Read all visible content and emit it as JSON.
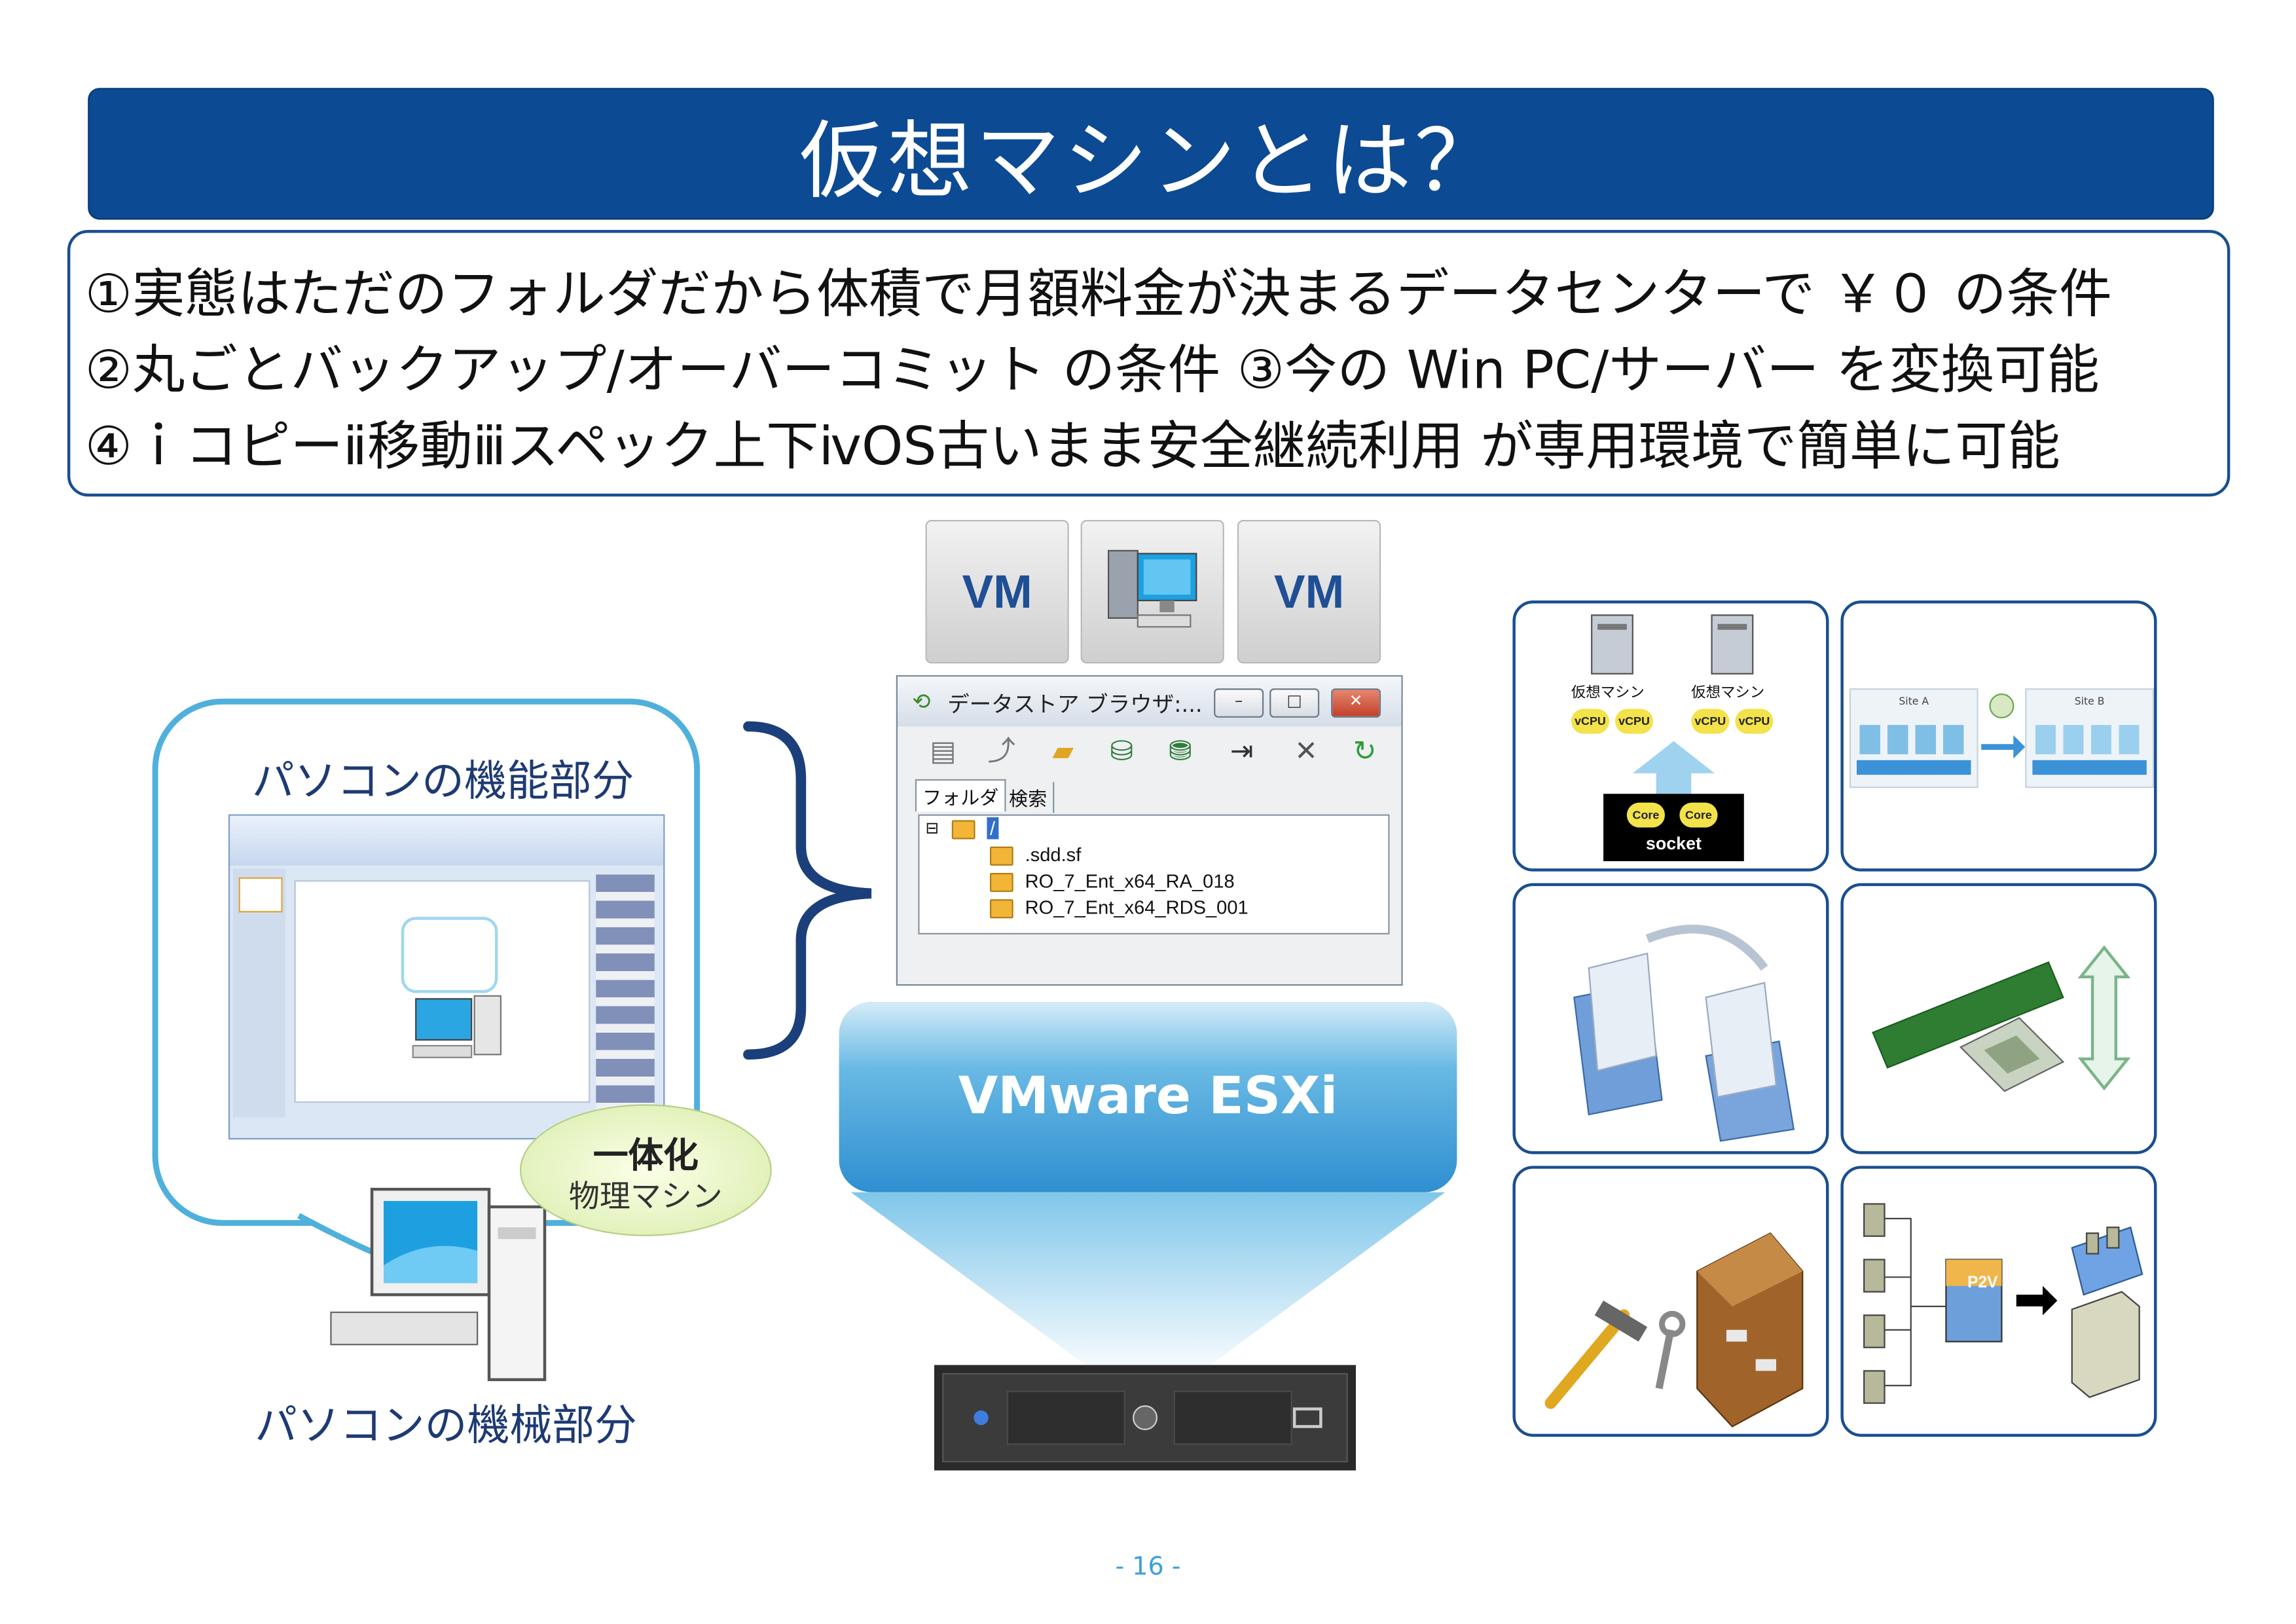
{
  "title": "仮想マシンとは？",
  "conditions": [
    "①実態はただのフォルダだから体積で月額料金が決まるデータセンターで ￥０ の条件",
    "②丸ごとバックアップ/オーバーコミット の条件 ③今の Win PC/サーバー を変換可能",
    "④ｉコピーⅱ移動ⅲスペック上下ⅳOS古いまま安全継続利用 が専用環境で簡単に可能"
  ],
  "vm_tiles": [
    "VM",
    "VM"
  ],
  "left": {
    "function_label": "パソコンの機能部分",
    "machine_label": "パソコンの機械部分",
    "badge_line1": "一体化",
    "badge_line2": "物理マシン"
  },
  "datastore_browser": {
    "title": "データストア ブラウザ:...",
    "tabs": [
      "フォルダ",
      "検索"
    ],
    "root": "/",
    "items": [
      ".sdd.sf",
      "RO_7_Ent_x64_RA_018",
      "RO_7_Ent_x64_RDS_001"
    ]
  },
  "esxi_label": "VMware ESXi",
  "right_panels": {
    "vm_labels": [
      "仮想マシン",
      "仮想マシン"
    ],
    "vcpu": "vCPU",
    "core": "Core",
    "socket": "socket",
    "site_a": "Site A",
    "site_b": "Site B",
    "p2v": "P2V"
  },
  "page_number": "- 16 -",
  "colors": {
    "title_bg": "#0c4a93",
    "frame_border": "#1a4f8f",
    "bubble_border": "#4fb0dc",
    "esxi_blue": "#2f8fd0"
  }
}
